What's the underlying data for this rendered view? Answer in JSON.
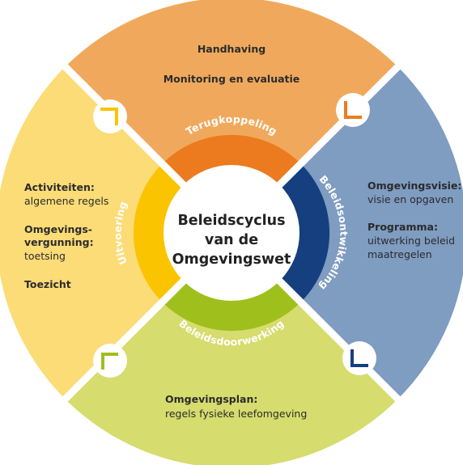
{
  "center": {
    "lines": [
      "Beleidscyclus",
      "van de",
      "Omgevingswet"
    ]
  },
  "segments": {
    "top": {
      "ring_label": "Terugkoppeling",
      "items": [
        "Handhaving",
        "Monitoring en evaluatie"
      ],
      "outer_color": "#f0a95c",
      "ring_color": "#ec7b1f",
      "icon_color": "#ec7b1f"
    },
    "right": {
      "ring_label": "Beleidsontwikkeling",
      "item1_bold": "Omgevingsvisie:",
      "item1_text": "visie en opgaven",
      "item2_bold": "Programma:",
      "item2_text1": "uitwerking beleid",
      "item2_text2": "maatregelen",
      "outer_color": "#7f9cc1",
      "ring_color": "#153f7e",
      "icon_color": "#153f7e"
    },
    "bottom": {
      "ring_label": "Beleidsdoorwerking",
      "item1_bold": "Omgevingsplan:",
      "item1_text": "regels fysieke leefomgeving",
      "outer_color": "#d6dc6d",
      "ring_color": "#9fbf1d",
      "icon_color": "#9fbf1d"
    },
    "left": {
      "ring_label": "Uitvoering",
      "item1_bold": "Activiteiten:",
      "item1_text": "algemene regels",
      "item2_bold1": "Omgevings-",
      "item2_bold2": "vergunning:",
      "item2_text": "toetsing",
      "item3_bold": "Toezicht",
      "outer_color": "#fcdc77",
      "ring_color": "#fbc400",
      "icon_color": "#fbc400"
    }
  }
}
